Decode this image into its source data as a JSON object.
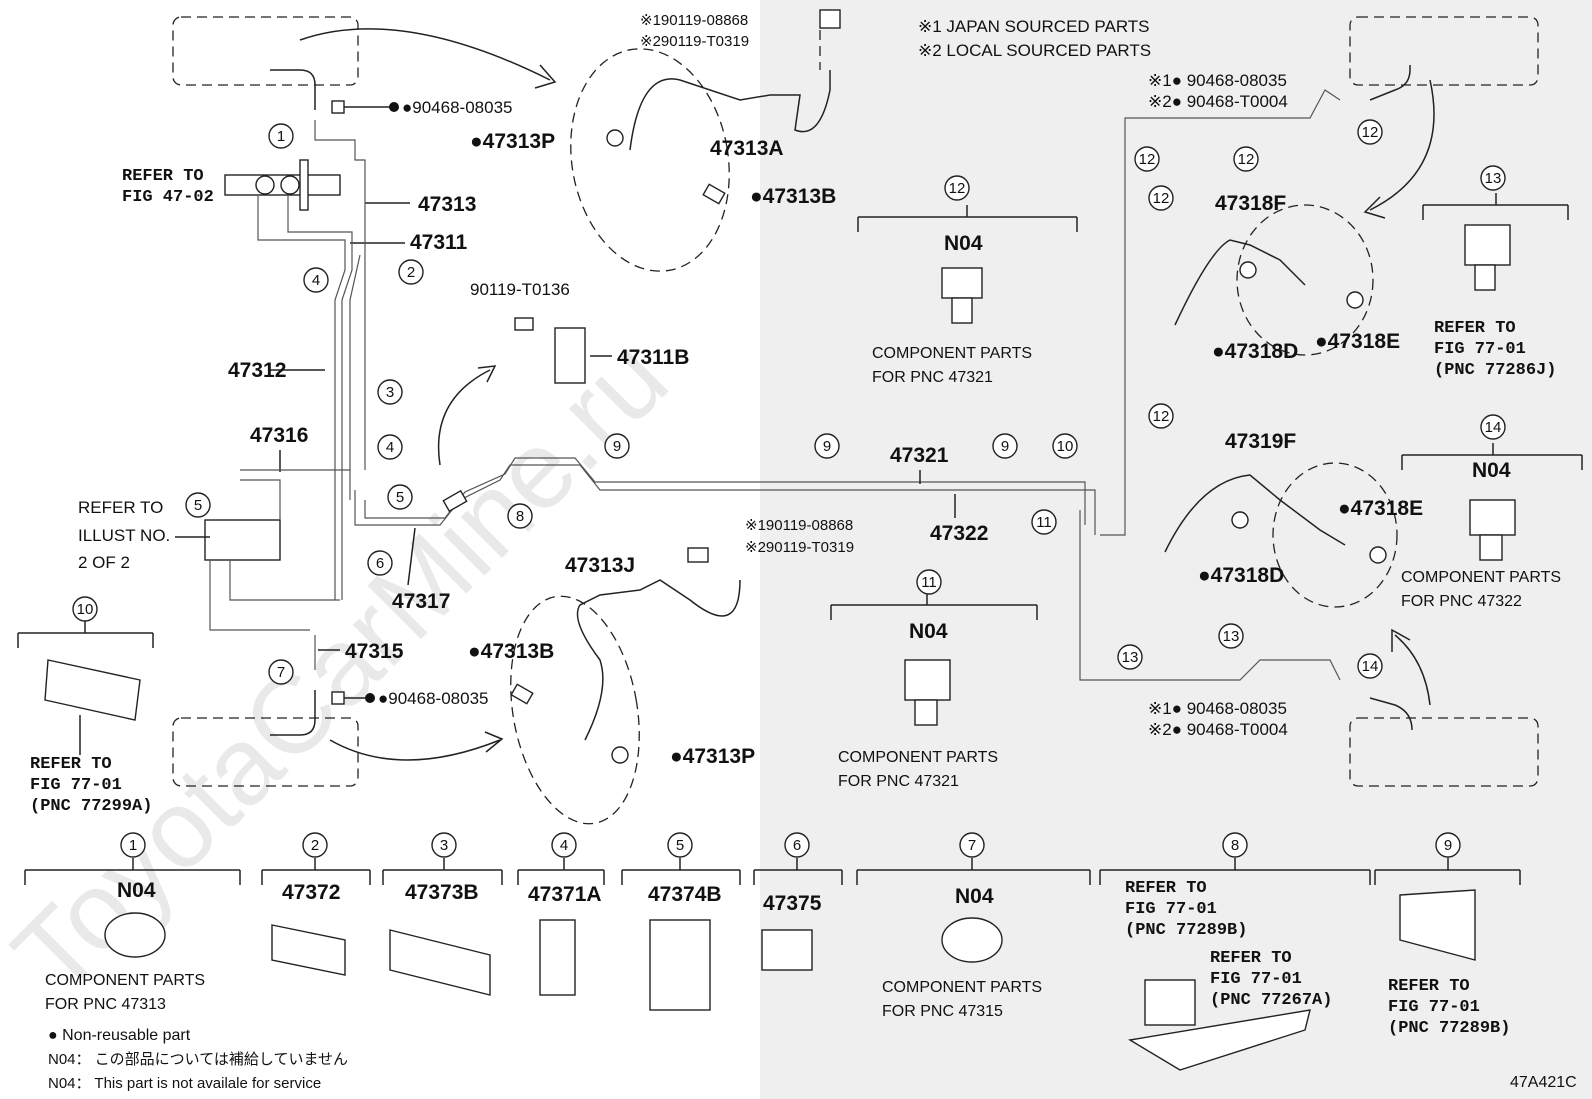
{
  "watermark": "ToyotaCarMine.ru",
  "diagram_code": "47A421C",
  "legend": {
    "japan": "※1 JAPAN SOURCED PARTS",
    "local": "※2 LOCAL SOURCED PARTS",
    "non_reusable": "● Non-reusable part",
    "n04_jp": "N04： この部品については補給していません",
    "n04_en": "N04： This part is not availale for service"
  },
  "parts": {
    "p47313": "47313",
    "p47311": "47311",
    "p47312": "47312",
    "p47316": "47316",
    "p47317": "47317",
    "p47315": "47315",
    "p47313A": "47313A",
    "p47313P_top": "●47313P",
    "p47313B_top": "●47313B",
    "p47311B": "47311B",
    "p90119_T0136": "90119-T0136",
    "p47321": "47321",
    "p47322": "47322",
    "p47313J": "47313J",
    "p47313B_bot": "●47313B",
    "p47313P_bot": "●47313P",
    "p47318F": "47318F",
    "p47318D_top": "●47318D",
    "p47318E_top": "●47318E",
    "p47319F": "47319F",
    "p47318E_mid": "●47318E",
    "p47318D_mid": "●47318D",
    "clip_top_left": "●90468-08035",
    "clip_bot_left": "●90468-08035",
    "bolt_top_1": "※190119-08868",
    "bolt_top_2": "※290119-T0319",
    "bolt_mid_1": "※190119-08868",
    "bolt_mid_2": "※290119-T0319",
    "clip_tr_1": "※1● 90468-08035",
    "clip_tr_2": "※2● 90468-T0004",
    "clip_br_1": "※1● 90468-08035",
    "clip_br_2": "※2● 90468-T0004"
  },
  "refs": {
    "fig4702_1": "REFER TO",
    "fig4702_2": "FIG 47-02",
    "illust_1": "REFER TO",
    "illust_2": "ILLUST NO.",
    "illust_3": "2 OF 2",
    "r10_1": "REFER TO",
    "r10_2": "FIG 77-01",
    "r10_3": "(PNC 77299A)",
    "r13_1": "REFER TO",
    "r13_2": "FIG 77-01",
    "r13_3": "(PNC 77286J)",
    "r8a_1": "REFER TO",
    "r8a_2": "FIG 77-01",
    "r8a_3": "(PNC 77289B)",
    "r8b_1": "REFER TO",
    "r8b_2": "FIG 77-01",
    "r8b_3": "(PNC 77267A)",
    "r9_1": "REFER TO",
    "r9_2": "FIG 77-01",
    "r9_3": "(PNC 77289B)"
  },
  "components": {
    "n04": "N04",
    "c12_1": "COMPONENT PARTS",
    "c12_2": "FOR PNC 47321",
    "c14_1": "COMPONENT PARTS",
    "c14_2": "FOR PNC 47322",
    "c11_1": "COMPONENT PARTS",
    "c11_2": "FOR PNC 47321",
    "c1_1": "COMPONENT PARTS",
    "c1_2": "FOR PNC 47313",
    "c7_1": "COMPONENT PARTS",
    "c7_2": "FOR PNC 47315"
  },
  "bottom_parts": {
    "b2": "47372",
    "b3": "47373B",
    "b4": "47371A",
    "b5": "47374B",
    "b6": "47375"
  },
  "callouts": [
    "1",
    "2",
    "3",
    "4",
    "5",
    "6",
    "7",
    "8",
    "9",
    "10",
    "11",
    "12",
    "13",
    "14"
  ]
}
